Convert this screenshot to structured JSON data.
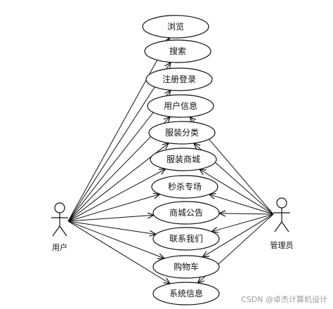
{
  "diagram": {
    "actors": [
      {
        "id": "user",
        "label": "用户"
      },
      {
        "id": "admin",
        "label": "管理员"
      }
    ],
    "use_cases": [
      {
        "label": "浏览"
      },
      {
        "label": "搜索"
      },
      {
        "label": "注册登录"
      },
      {
        "label": "用户信息"
      },
      {
        "label": "服装分类"
      },
      {
        "label": "服装商城"
      },
      {
        "label": "秒杀专场"
      },
      {
        "label": "商城公告"
      },
      {
        "label": "联系我们"
      },
      {
        "label": "购物车"
      },
      {
        "label": "系统信息"
      }
    ],
    "associations": {
      "user": [
        0,
        1,
        2,
        3,
        4,
        5,
        6,
        7,
        8,
        9,
        10
      ],
      "admin": [
        3,
        4,
        5,
        6,
        7,
        8,
        9,
        10
      ]
    }
  },
  "watermark": "CSDN @卓杰计算机设计"
}
